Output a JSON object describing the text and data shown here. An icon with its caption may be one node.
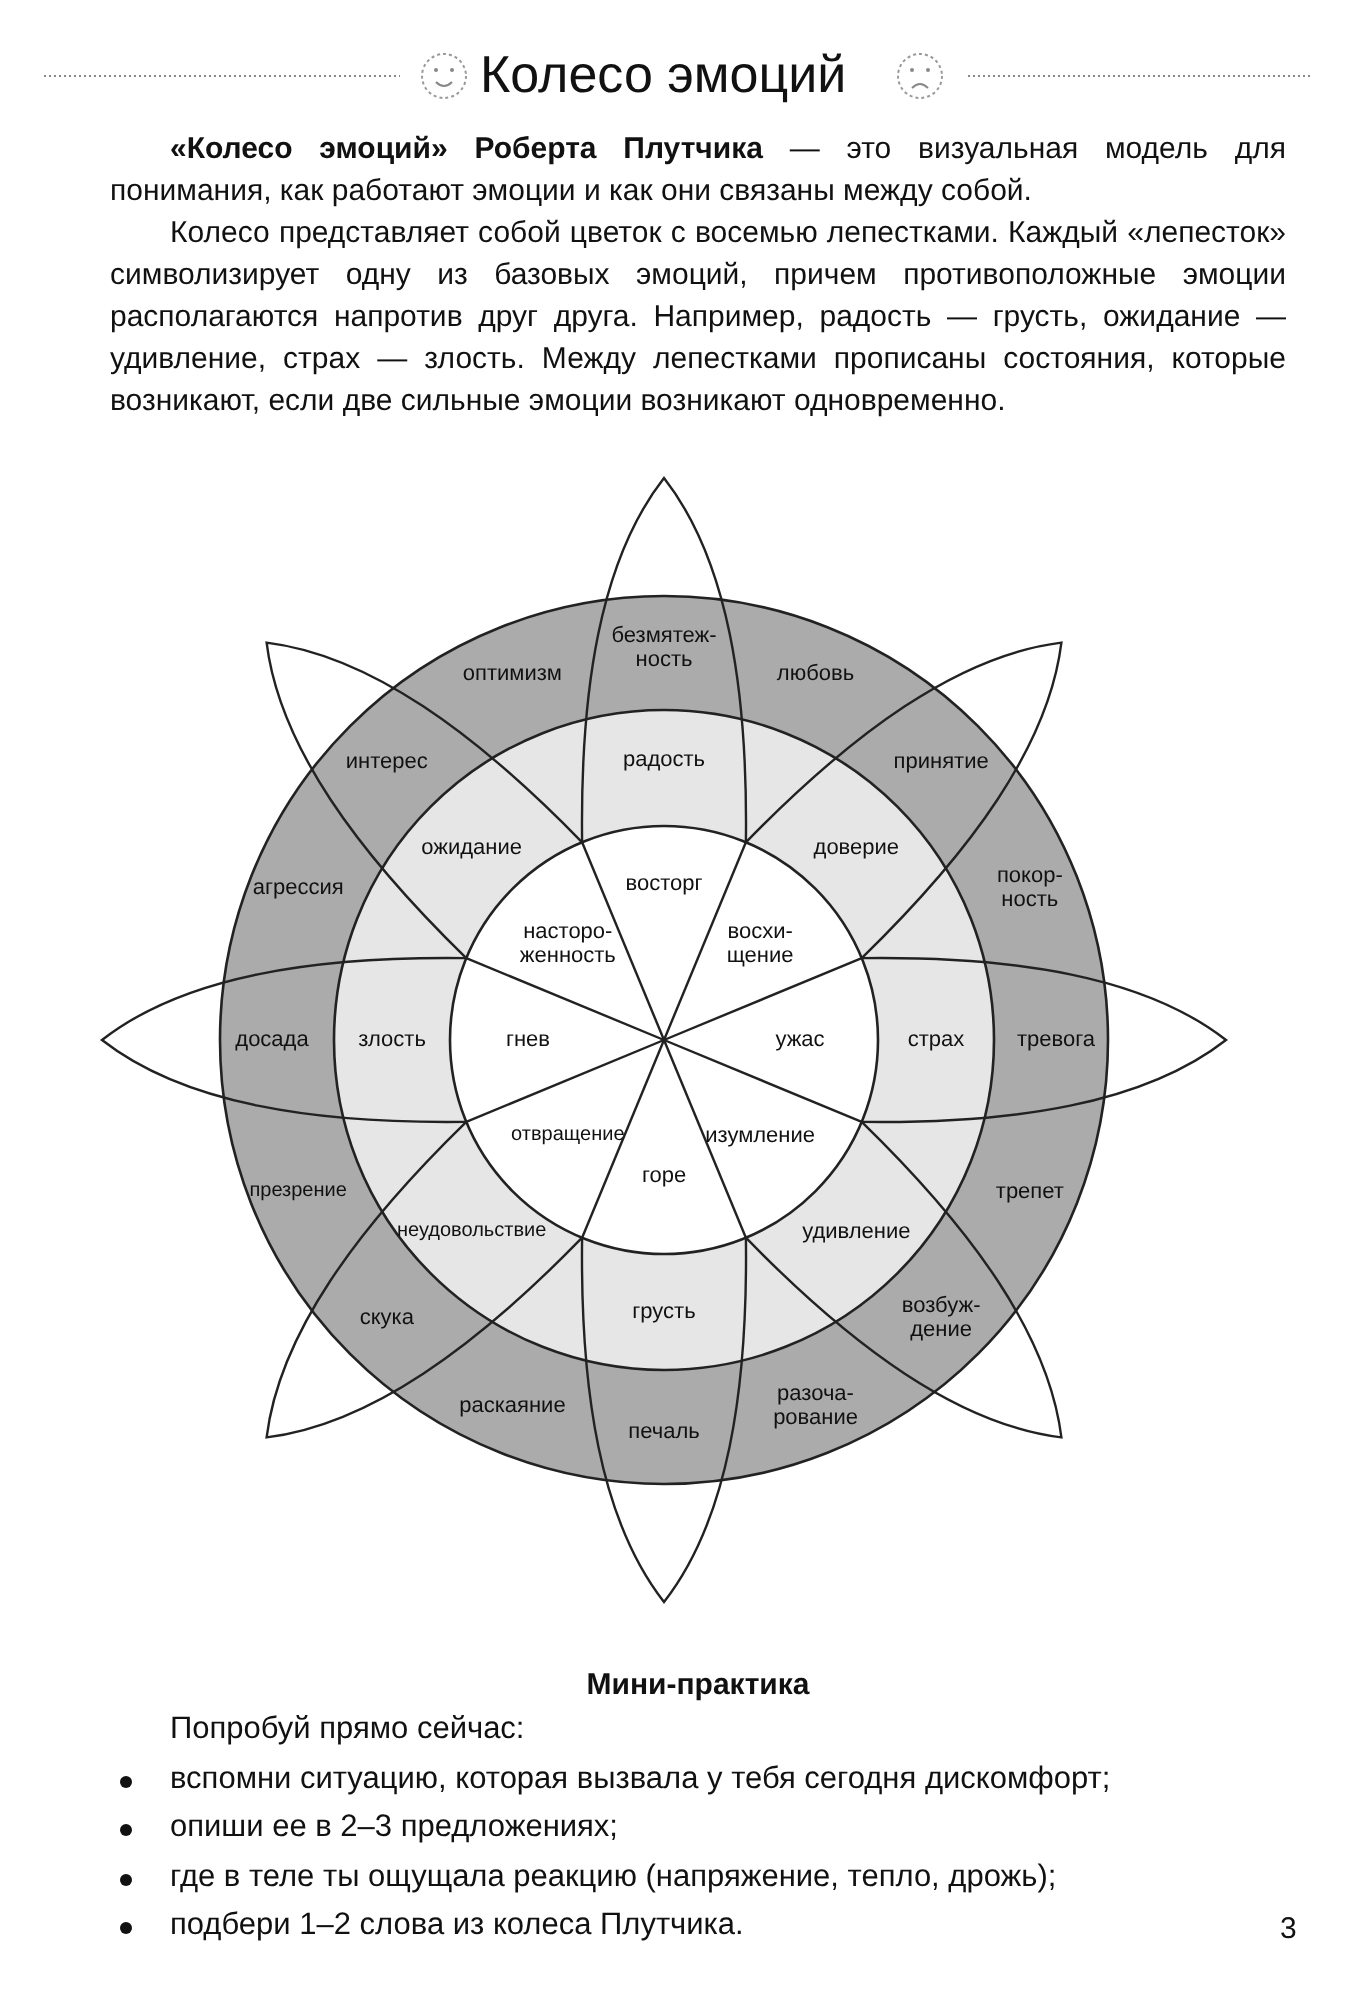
{
  "diagram": {
    "title": "Колесо эмоций",
    "nodes": [
      {
        "text": [
          "восторг"
        ]
      },
      {
        "text": [
          "восхи- щение"
        ]
      },
      {
        "text": [
          "ужас"
        ]
      },
      {
        "text": [
          "изумление"
        ]
      },
      {
        "text": [
          "горе"
        ]
      },
      {
        "text": [
          "отвращение"
        ]
      },
      {
        "text": [
          "гнев"
        ]
      },
      {
        "text": [
          "насторо- женность"
        ]
      },
      {
        "text": [
          "радость"
        ]
      },
      {
        "text": [
          "доверие"
        ]
      },
      {
        "text": [
          "страх"
        ]
      },
      {
        "text": [
          "удивление"
        ]
      },
      {
        "text": [
          "грусть"
        ]
      },
      {
        "text": [
          "неудовольствие"
        ]
      },
      {
        "text": [
          "злость"
        ]
      },
      {
        "text": [
          "ожидание"
        ]
      },
      {
        "text": [
          "безмятеж- ность"
        ]
      },
      {
        "text": [
          "любовь"
        ]
      },
      {
        "text": [
          "принятие"
        ]
      },
      {
        "text": [
          "покор- ность"
        ]
      },
      {
        "text": [
          "тревога"
        ]
      },
      {
        "text": [
          "трепет"
        ]
      },
      {
        "text": [
          "возбуж- дение"
        ]
      },
      {
        "text": [
          "разоча- рование"
        ]
      },
      {
        "text": [
          "печаль"
        ]
      },
      {
        "text": [
          "раскаяние"
        ]
      },
      {
        "text": [
          "скука"
        ]
      },
      {
        "text": [
          "презрение"
        ]
      },
      {
        "text": [
          "досада"
        ]
      },
      {
        "text": [
          "агрессия"
        ]
      },
      {
        "text": [
          "интерес"
        ]
      },
      {
        "text": [
          "оптимизм"
        ]
      }
    ],
    "edges": [],
    "labels": [
      "**«Колесо эмоций» Роберта Плутчика** — это визуальная модель для понимания, как работают эмоции и как они связаны между собой.",
      "Колесо представляет собой цветок с восемью лепестками. Каждый «лепесток» символизирует одну из базовых эмоций, причем противоположные эмоции располагаются напротив друг друга. Например, радость — грусть, ожидание — удивление, страх — злость. Между лепестками прописаны состояния, которые возникают, если две сильные эмоции возникают одновременно.",
      "Мини-практика",
      "Попробуй прямо сейчас:",
      "вспомни ситуацию, которая вызвала у тебя сегодня дискомфорт;",
      "опиши ее в 2–3 предложениях;",
      "где в теле ты ощущала реакцию (напряжение, тепло, дрожь);",
      "подбери 1–2 слова из колеса Плутчика.",
      "3"
    ]
  }
}
